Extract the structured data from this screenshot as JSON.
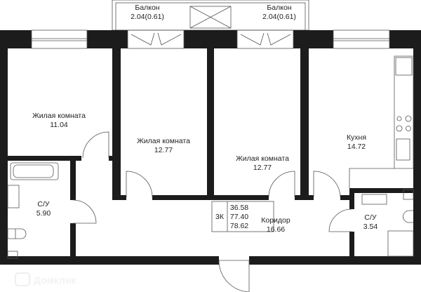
{
  "balconies": [
    {
      "name": "Балкон",
      "area": "2.04(0.61)"
    },
    {
      "name": "Балкон",
      "area": "2.04(0.61)"
    }
  ],
  "rooms": {
    "living1": {
      "name": "Жилая комната",
      "area": "11.04"
    },
    "living2": {
      "name": "Жилая комната",
      "area": "12.77"
    },
    "living3": {
      "name": "Жилая комната",
      "area": "12.77"
    },
    "kitchen": {
      "name": "Кухня",
      "area": "14.72"
    },
    "bath1": {
      "name": "С/У",
      "area": "5.90"
    },
    "bath2": {
      "name": "С/У",
      "area": "3.54"
    },
    "corridor": {
      "name": "Коридор",
      "area": "16.66"
    }
  },
  "summary": {
    "type": "3К",
    "living_area": "36.58",
    "total_area": "77.40",
    "total_with_balcony": "78.62"
  },
  "watermark": "Домклик"
}
